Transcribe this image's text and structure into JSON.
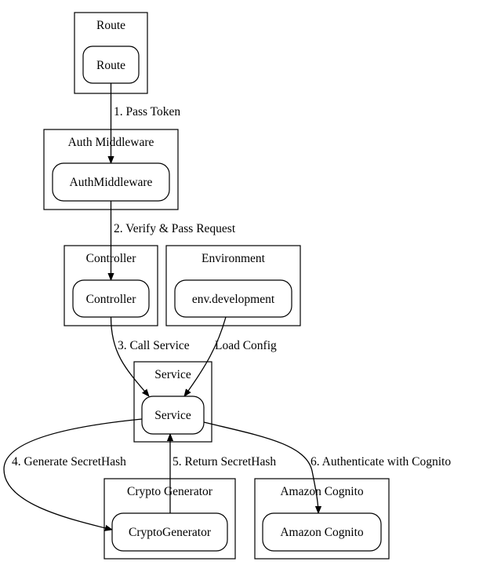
{
  "diagram": {
    "clusters": {
      "route": "Route",
      "auth": "Auth Middleware",
      "controller": "Controller",
      "environment": "Environment",
      "service": "Service",
      "crypto": "Crypto Generator",
      "cognito": "Amazon Cognito"
    },
    "nodes": {
      "route": "Route",
      "auth": "AuthMiddleware",
      "controller": "Controller",
      "env": "env.development",
      "service": "Service",
      "crypto": "CryptoGenerator",
      "cognito": "Amazon Cognito"
    },
    "edges": {
      "pass_token": "1. Pass Token",
      "verify_pass": "2. Verify & Pass Request",
      "call_service": "3. Call Service",
      "load_config": "Load Config",
      "generate_hash": "4. Generate SecretHash",
      "return_hash": "5. Return SecretHash",
      "authenticate": "6. Authenticate with Cognito"
    }
  }
}
